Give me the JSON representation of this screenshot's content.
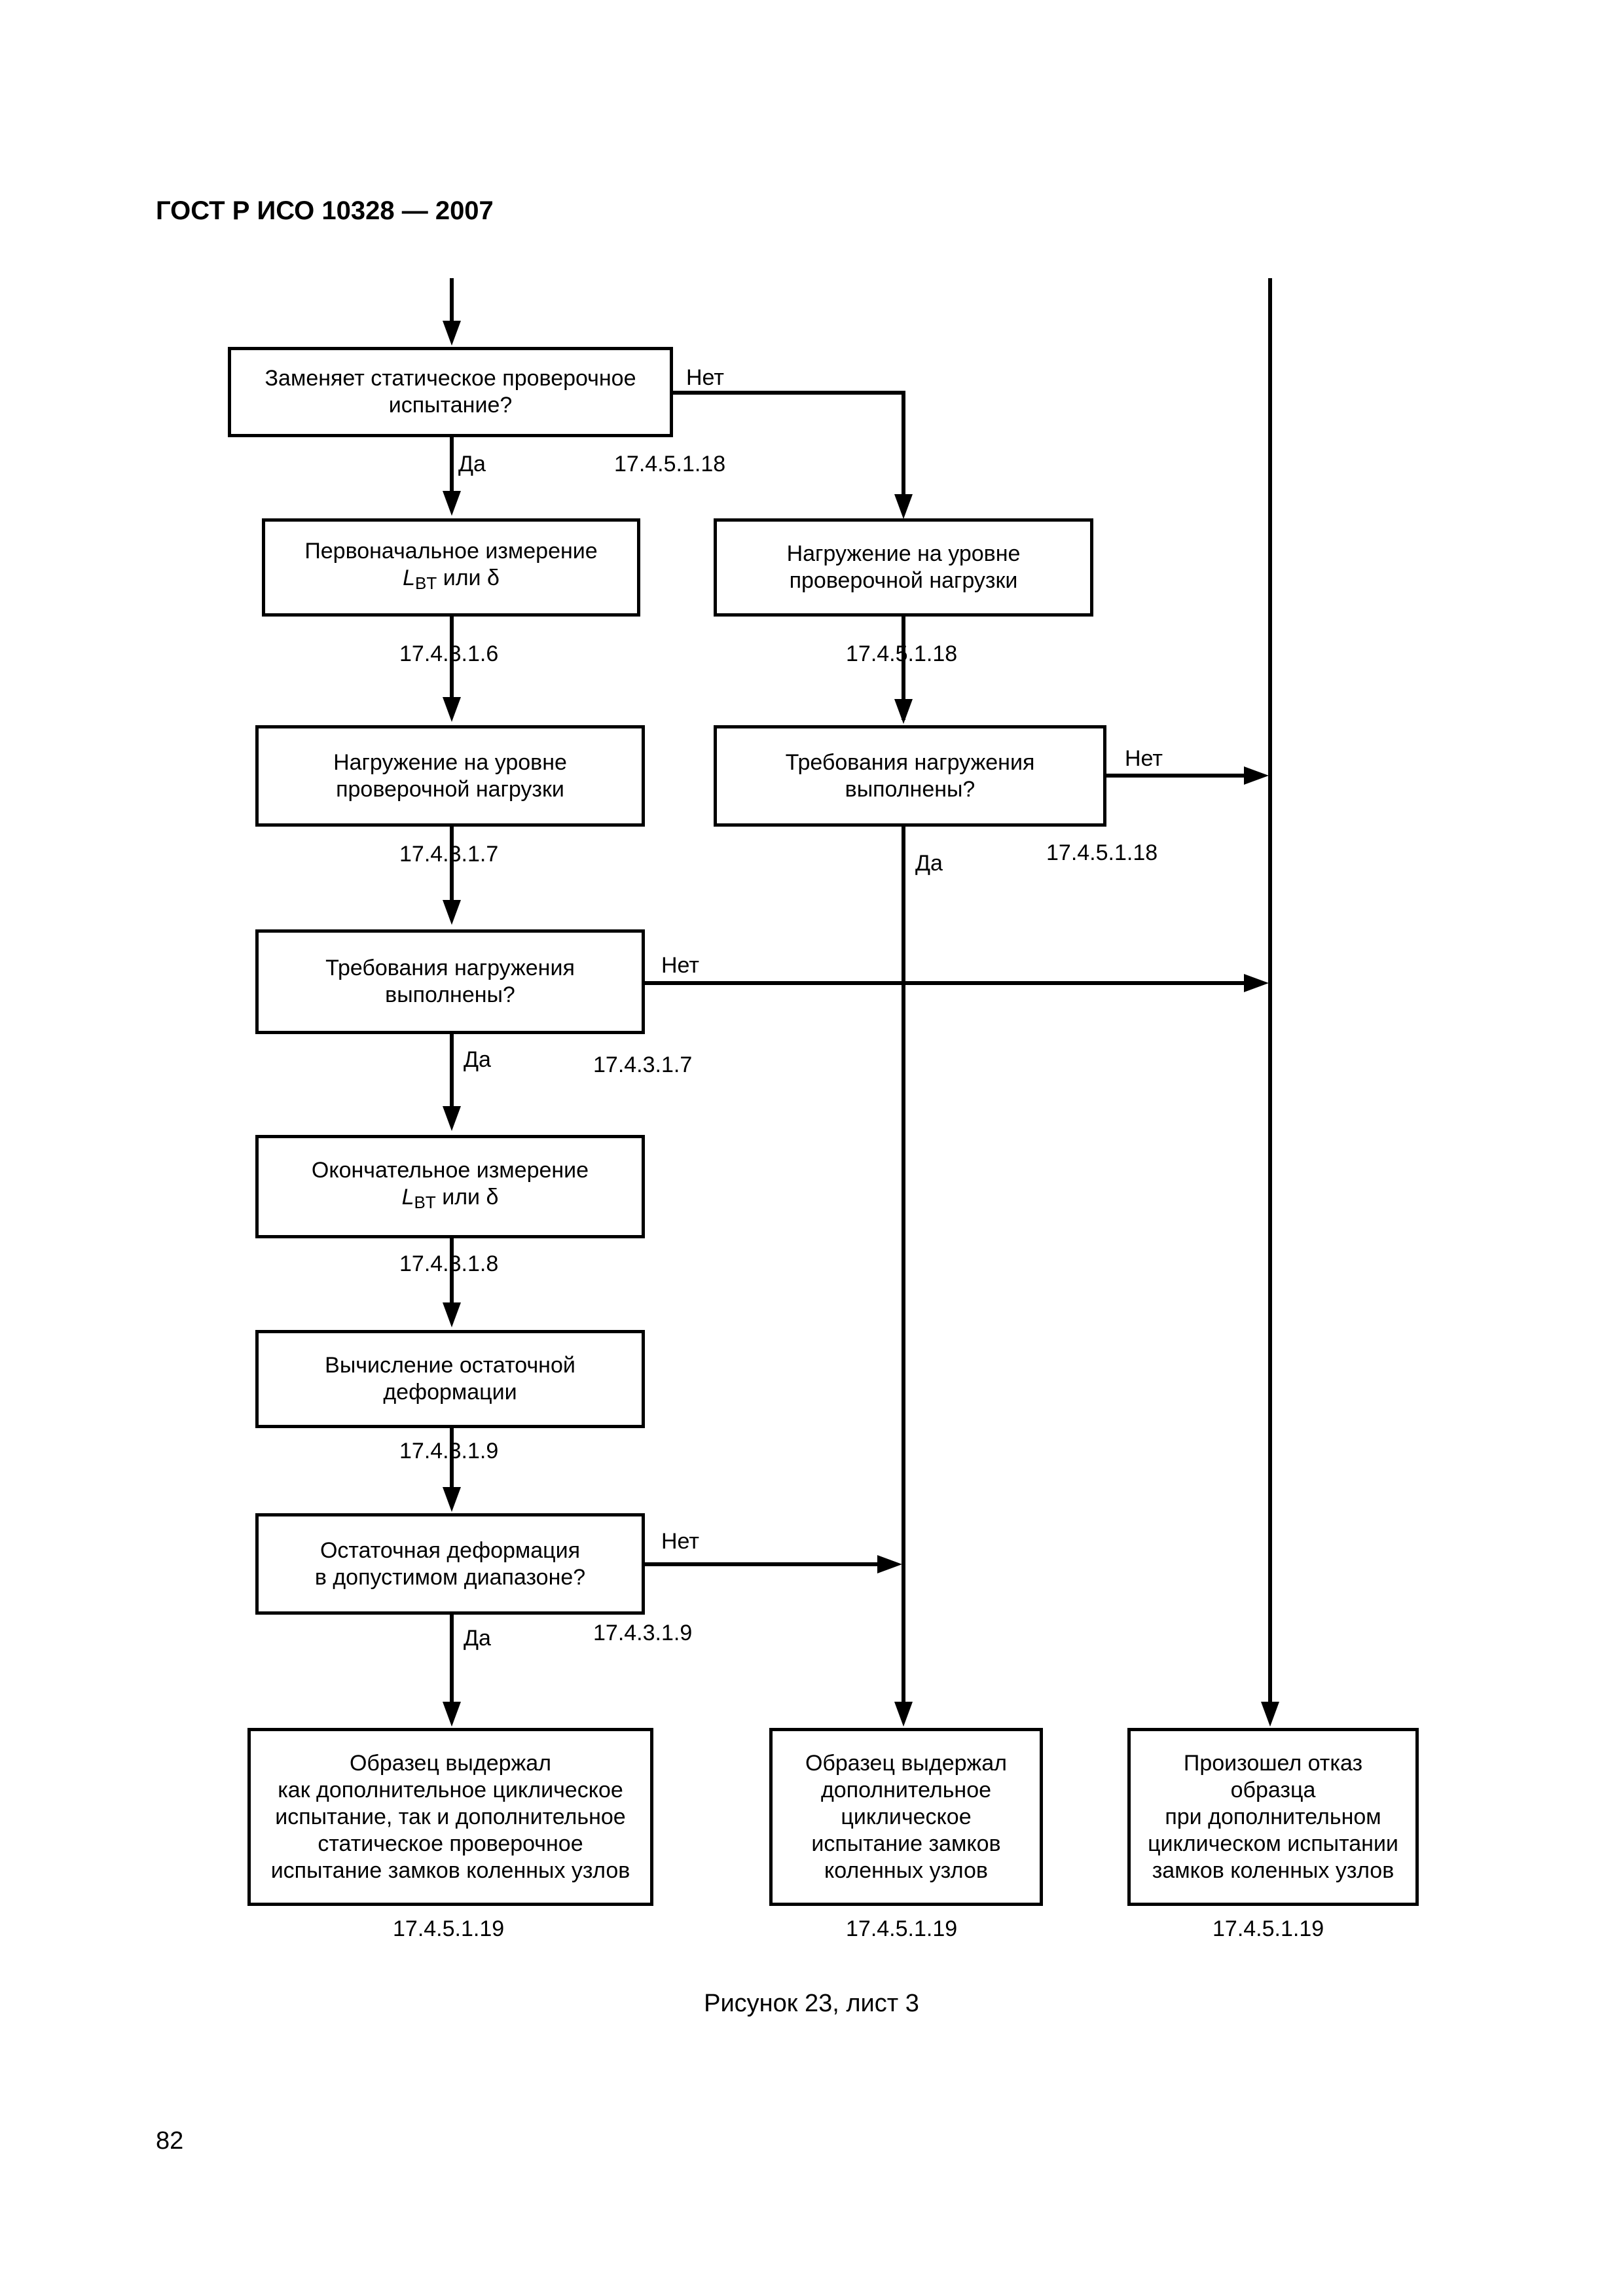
{
  "header": {
    "title": "ГОСТ Р ИСО 10328 — 2007"
  },
  "page_number": "82",
  "caption": "Рисунок 23, лист 3",
  "boxes": {
    "b1": [
      "Заменяет статическое  проверочное",
      "испытание?"
    ],
    "b2": {
      "line1": "Первоначальное измерение",
      "sym": "L",
      "sub": "BT",
      "rest": " или δ"
    },
    "b3": [
      "Нагружение на уровне",
      "проверочной нагрузки"
    ],
    "b4": [
      "Нагружение на уровне",
      "проверочной нагрузки"
    ],
    "b5": [
      "Требования нагружения",
      "выполнены?"
    ],
    "b6": [
      "Требования нагружения",
      "выполнены?"
    ],
    "b7": {
      "line1": "Окончательное измерение",
      "sym": "L",
      "sub": "BT",
      "rest": " или δ"
    },
    "b8": [
      "Вычисление остаточной",
      "деформации"
    ],
    "b9": [
      "Остаточная деформация",
      "в допустимом диапазоне?"
    ],
    "b10": [
      "Образец выдержал",
      "как дополнительное циклическое",
      "испытание, так и дополнительное",
      "статическое проверочное",
      "испытание замков коленных узлов"
    ],
    "b11": [
      "Образец выдержал",
      "дополнительное",
      "циклическое",
      "испытание замков",
      "коленных узлов"
    ],
    "b12": [
      "Произошел отказ",
      "образца",
      "при  дополнительном",
      "циклическом испытании",
      "замков коленных узлов"
    ]
  },
  "labels": {
    "yes": "Да",
    "no": "Нет"
  },
  "refs": {
    "r_17_4_5_1_18_a": "17.4.5.1.18",
    "r_17_4_3_1_6": "17.4.3.1.6",
    "r_17_4_5_1_18_b": "17.4.5.1.18",
    "r_17_4_3_1_7_a": "17.4.3.1.7",
    "r_17_4_5_1_18_c": "17.4.5.1.18",
    "r_17_4_3_1_7_b": "17.4.3.1.7",
    "r_17_4_3_1_8": "17.4.3.1.8",
    "r_17_4_3_1_9_a": "17.4.3.1.9",
    "r_17_4_3_1_9_b": "17.4.3.1.9",
    "r_17_4_5_1_19_a": "17.4.5.1.19",
    "r_17_4_5_1_19_b": "17.4.5.1.19",
    "r_17_4_5_1_19_c": "17.4.5.1.19"
  }
}
